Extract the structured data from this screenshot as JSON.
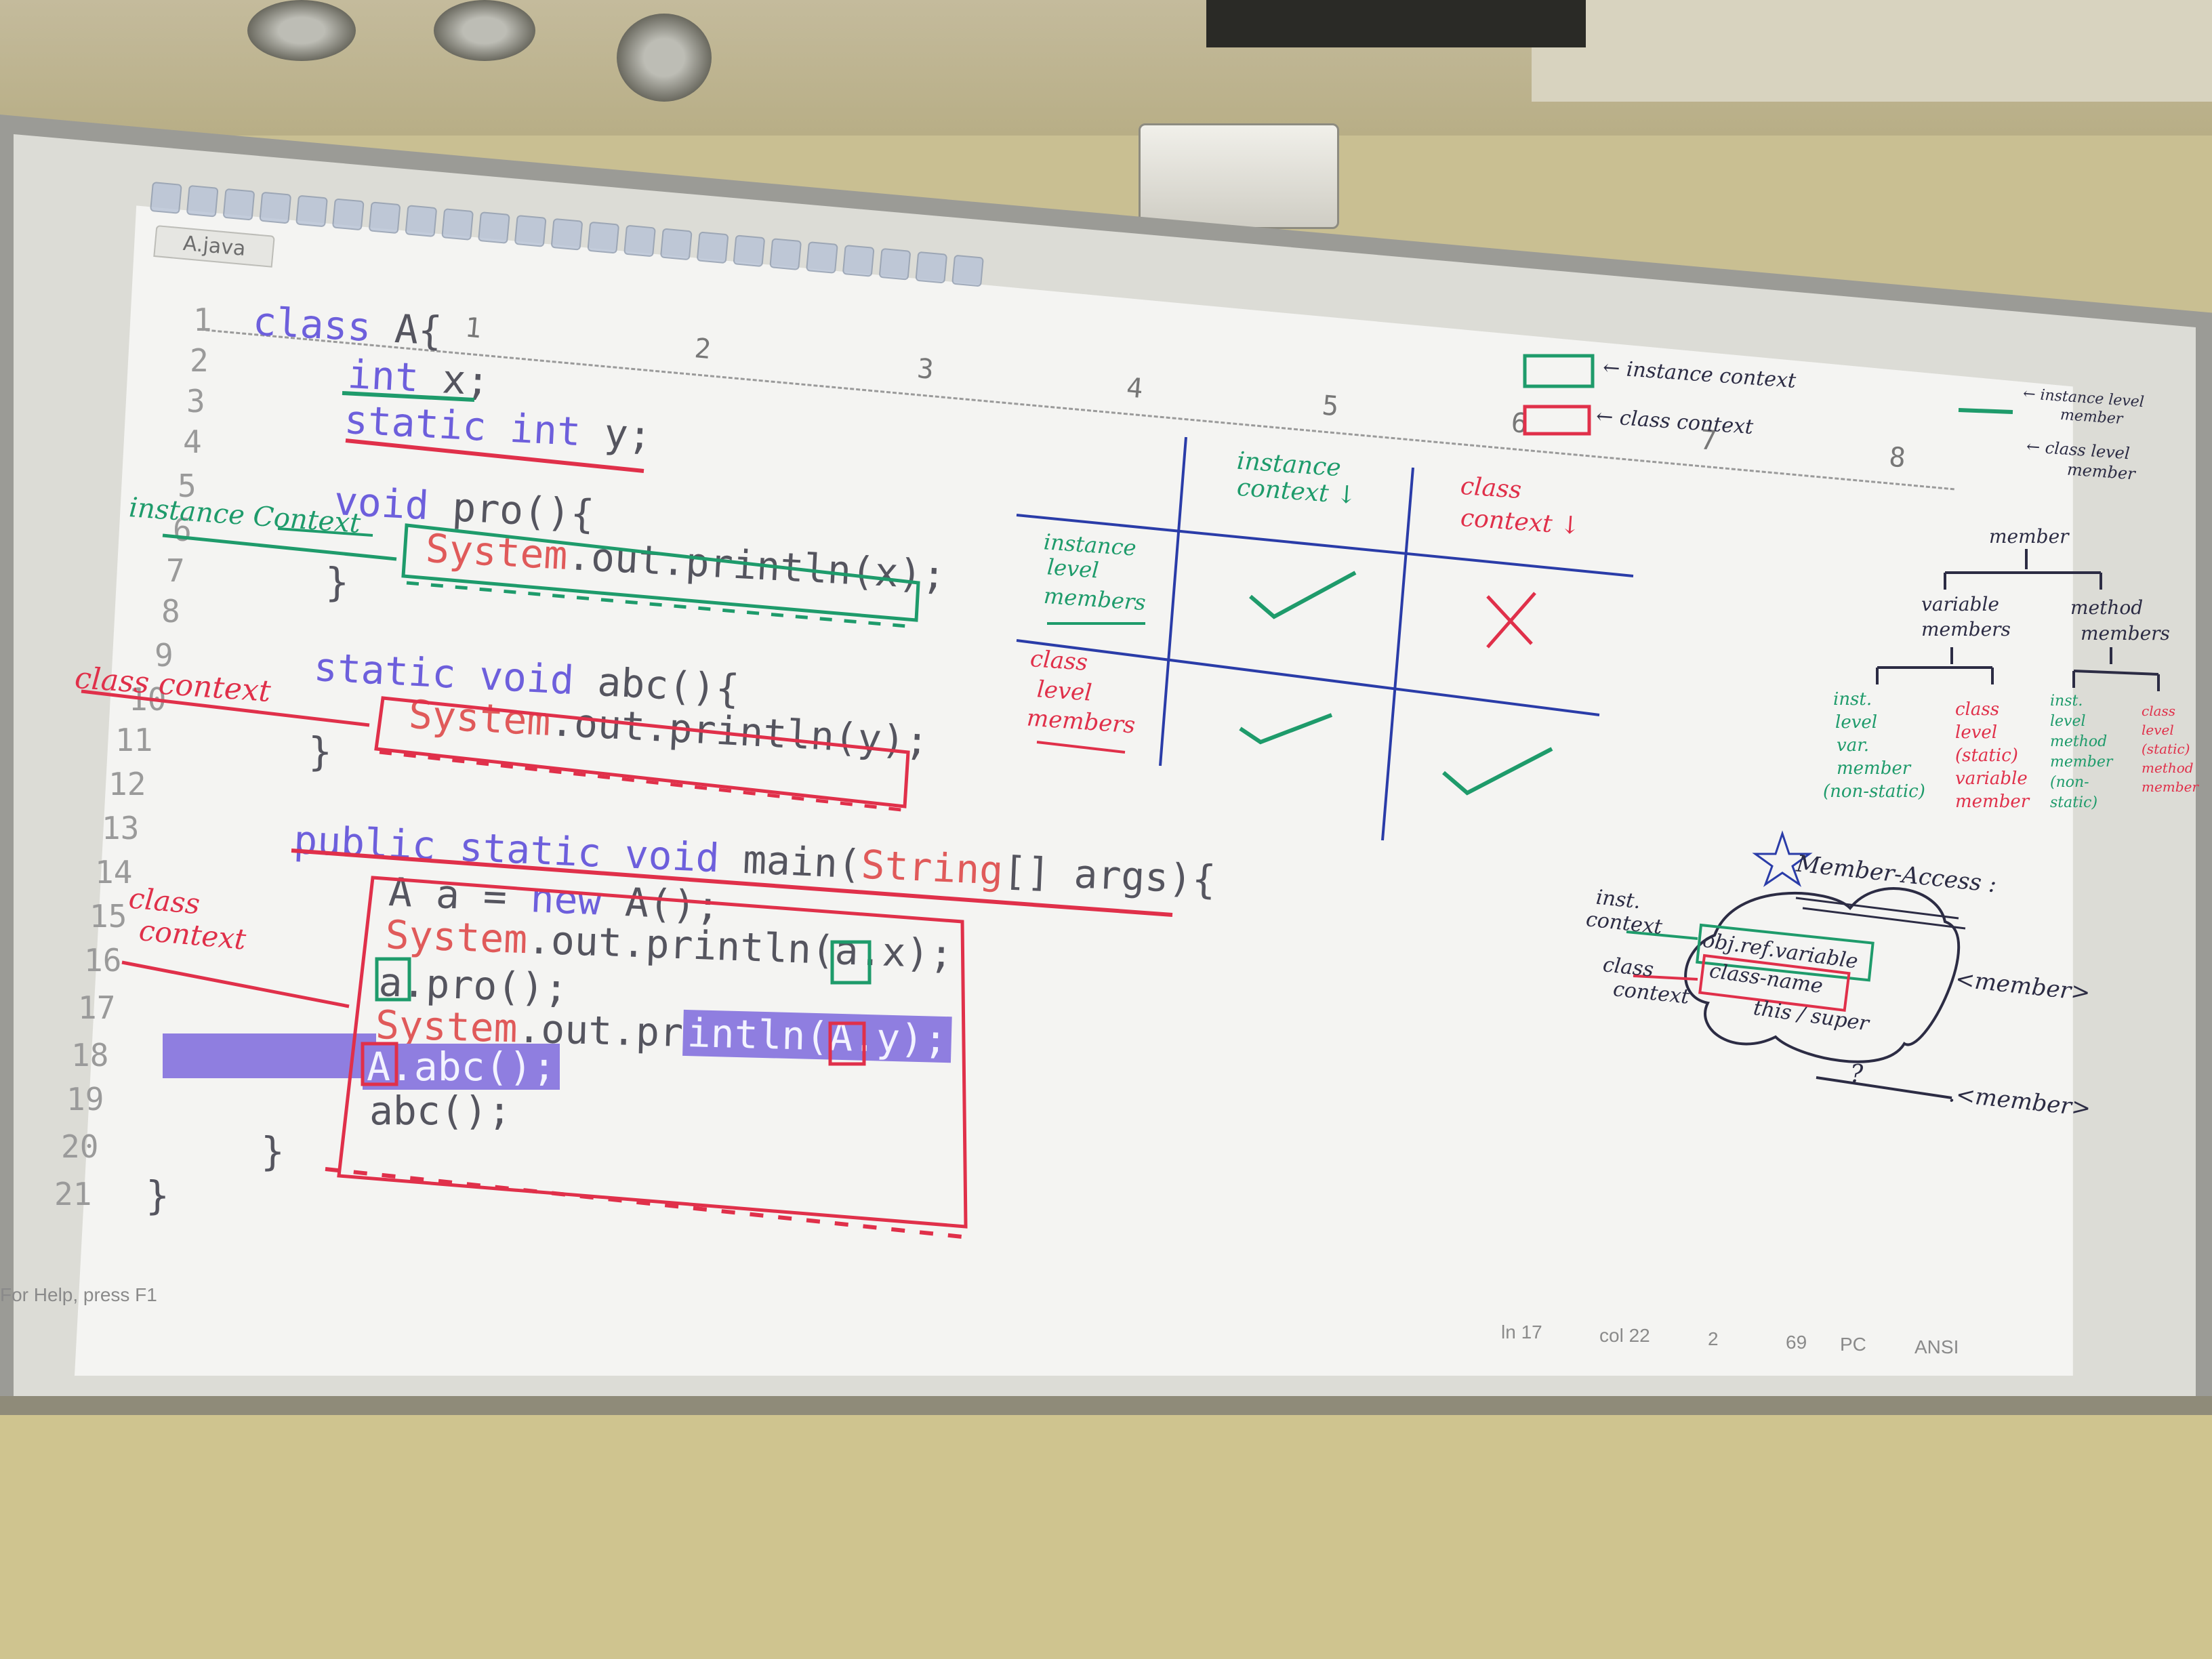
{
  "editor": {
    "tab_label": "A.java",
    "ruler_marks": [
      "1",
      "2",
      "3",
      "4",
      "5",
      "6",
      "7",
      "8"
    ],
    "line_numbers": [
      "1",
      "2",
      "3",
      "4",
      "5",
      "6",
      "7",
      "8",
      "9",
      "10",
      "11",
      "12",
      "13",
      "14",
      "15",
      "16",
      "17",
      "18",
      "19",
      "20",
      "21"
    ],
    "code": {
      "l1_kw": "class",
      "l1_rest": " A{",
      "l2_kw": "int",
      "l2_rest": " x;",
      "l3_kw": "static int",
      "l3_rest": " y;",
      "l5_kw": "void",
      "l5_rest": " pro(){",
      "l6_red": "System",
      "l6_rest": ".out.println(x);",
      "l7": "}",
      "l9_kw": "static void",
      "l9_rest": " abc(){",
      "l10_red": "System",
      "l10_rest": ".out.println(y);",
      "l11": "}",
      "l13_kw": "public static void",
      "l13_mid": " main(",
      "l13_red": "String",
      "l13_rest": "[] args){",
      "l14_pre": "A a = ",
      "l14_kw": "new",
      "l14_rest": " A();",
      "l15_red": "System",
      "l15_rest": ".out.println(a.x);",
      "l16": "a.pro();",
      "l17_red": "System",
      "l17_mid": ".out.pr",
      "l17_hl": "intln(A.y);",
      "l18_hl": "A.abc();",
      "l19": "abc();",
      "l20": "}",
      "l21": "}"
    },
    "status_help": "For Help, press F1",
    "status_ln": "ln 17",
    "status_col": "col 22",
    "status_a": "2",
    "status_b": "69",
    "status_pc": "PC",
    "status_ansi": "ANSI"
  },
  "handwriting": {
    "left_instance_context": "instance Context",
    "left_class_context": "class context",
    "left_class_context_2a": "class",
    "left_class_context_2b": "context",
    "table_col1a": "instance",
    "table_col1b": "context ↓",
    "table_col2a": "class",
    "table_col2b": "context ↓",
    "table_row1a": "instance",
    "table_row1b": "level",
    "table_row1c": "members",
    "table_row2a": "class",
    "table_row2b": "level",
    "table_row2c": "members",
    "legend_instance": "← instance context",
    "legend_class": "← class context",
    "legend_inst_member_a": "← instance level",
    "legend_inst_member_b": "member",
    "legend_class_member_a": "← class level",
    "legend_class_member_b": "member",
    "tree_root": "member",
    "tree_var_a": "variable",
    "tree_var_b": "members",
    "tree_method_a": "method",
    "tree_method_b": "members",
    "tree_leaf1": [
      "inst.",
      "level",
      "var.",
      "member",
      "(non-static)"
    ],
    "tree_leaf2": [
      "class",
      "level",
      "(static)",
      "variable",
      "member"
    ],
    "tree_leaf3": [
      "inst.",
      "level",
      "method",
      "member",
      "(non-",
      "static)"
    ],
    "tree_leaf4": [
      "class",
      "level",
      "(static)",
      "method",
      "member"
    ],
    "access_title": "Member-Access :",
    "access_inst_a": "inst.",
    "access_inst_b": "context",
    "access_class_a": "class",
    "access_class_b": "context",
    "access_obj": "obj.ref.variable",
    "access_classname": "class-name",
    "access_this": "this / super",
    "access_member1": "<member>",
    "access_q": "?",
    "access_member2": ".<member>"
  },
  "colors": {
    "green_marker": "#1e9b6b",
    "red_marker": "#e0304a",
    "keyword": "#6d5fdc",
    "selection": "#8f7ee0"
  }
}
